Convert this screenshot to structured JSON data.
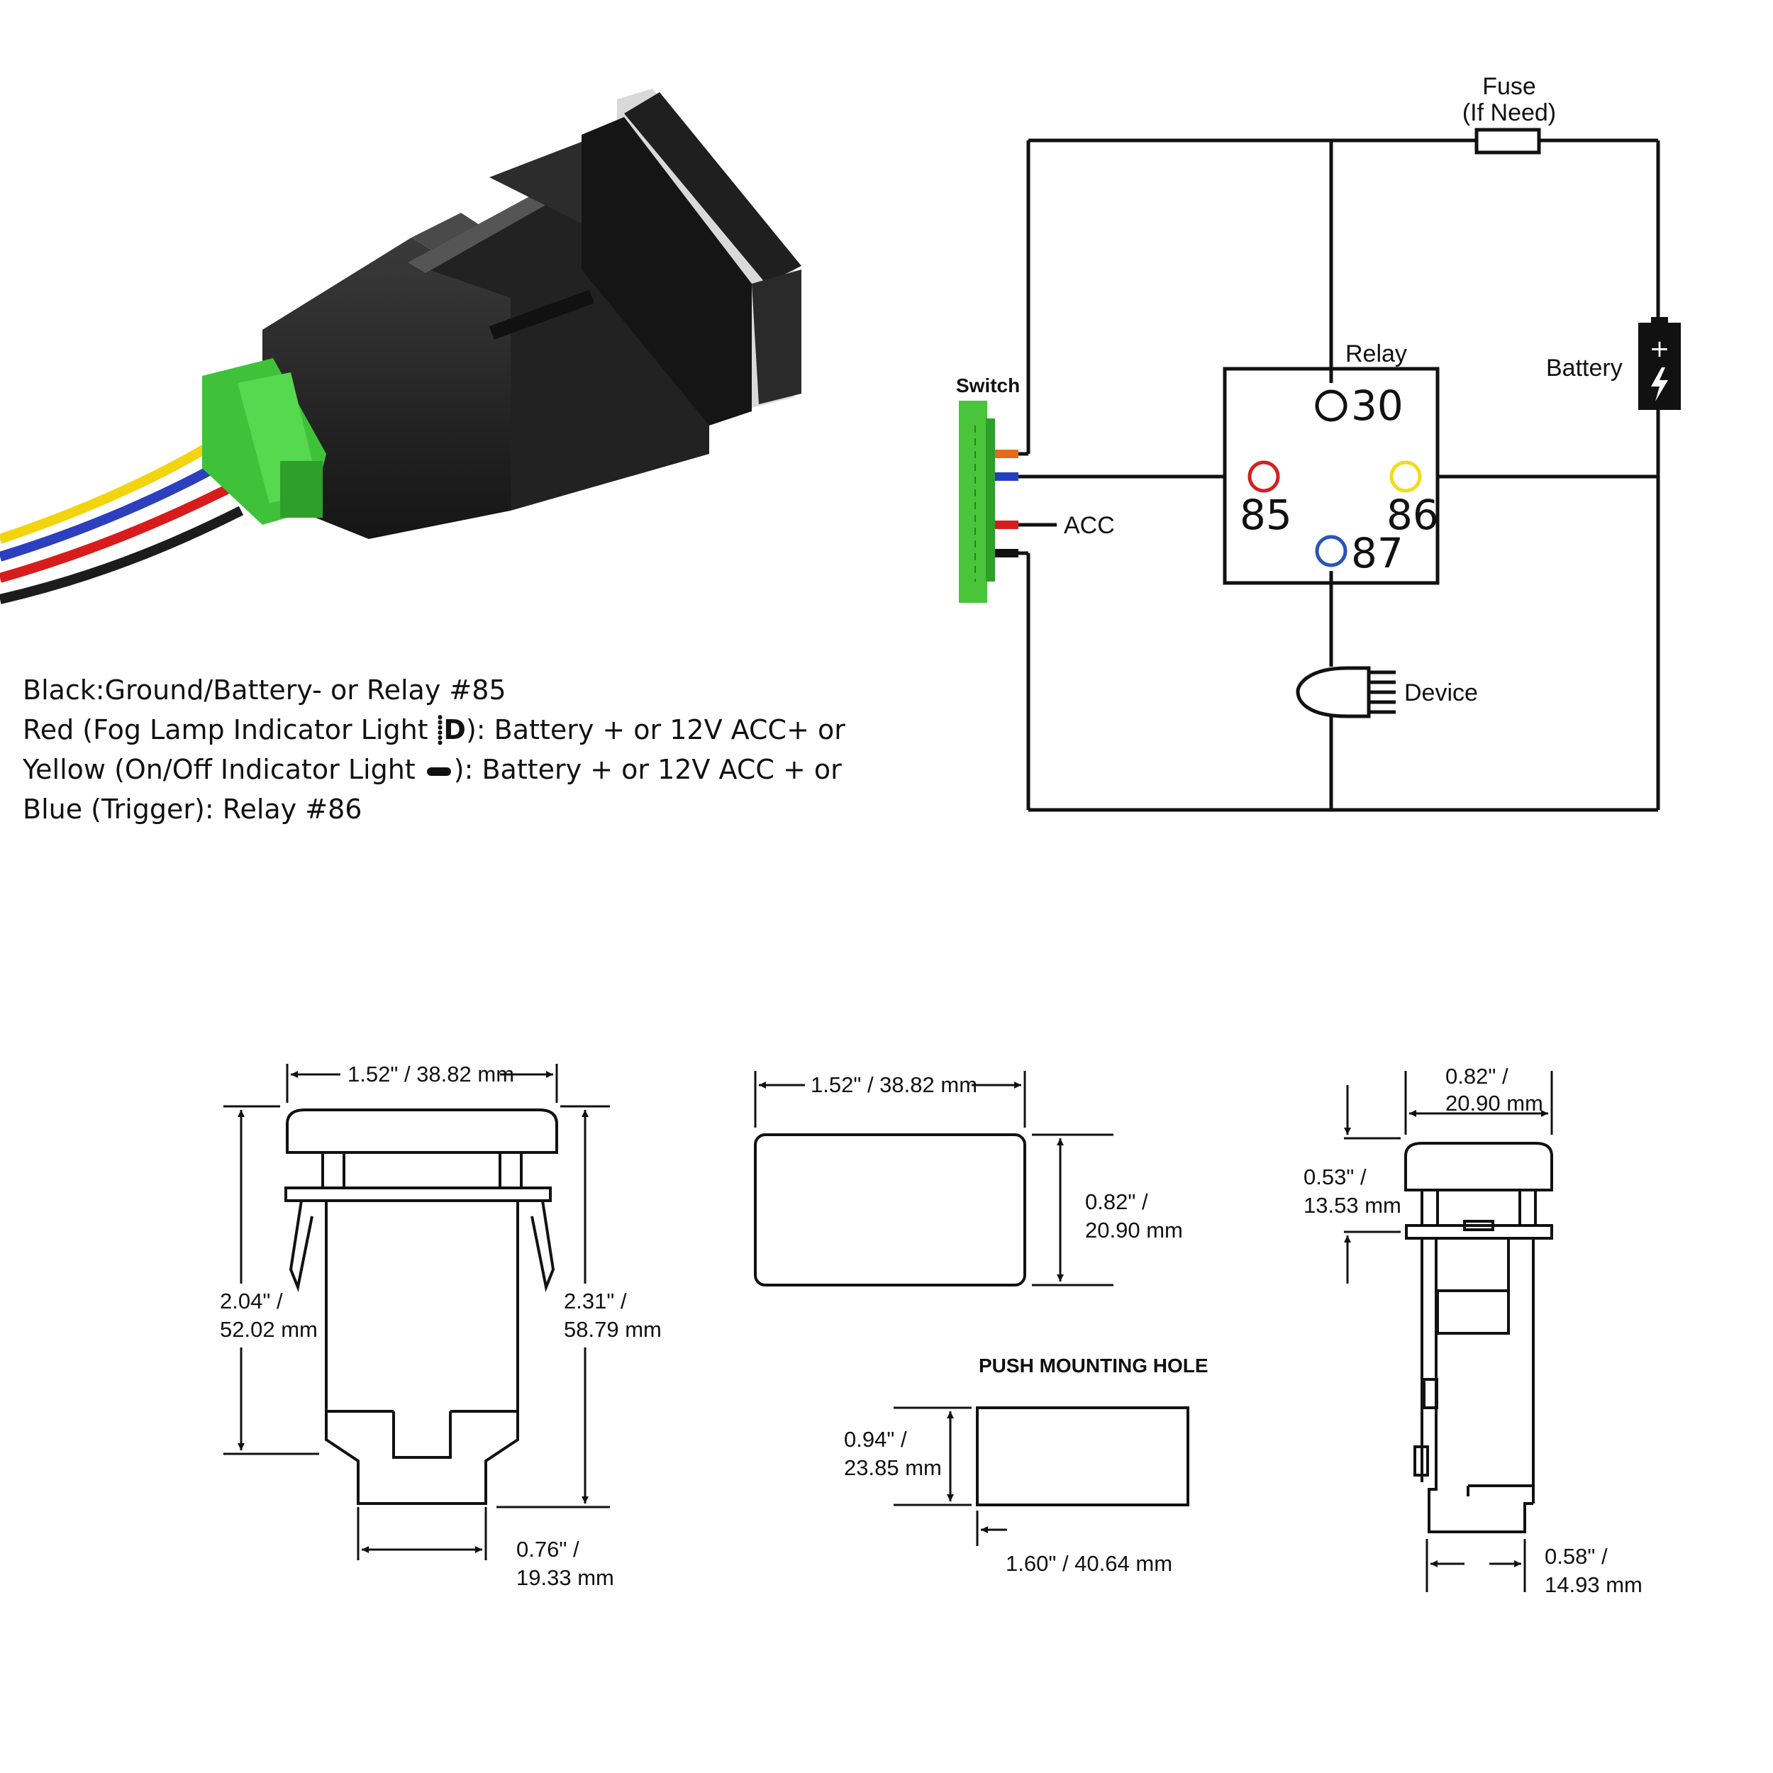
{
  "legend": {
    "black": "Black:Ground/Battery- or Relay #85",
    "red_prefix": "Red (Fog Lamp Indicator Light ",
    "red_suffix": "): Battery + or 12V ACC+ or",
    "yellow_prefix": "Yellow (On/Off Indicator Light ",
    "yellow_suffix": "): Battery + or 12V ACC + or",
    "blue": "Blue (Trigger): Relay #86"
  },
  "wiring": {
    "fuse_line1": "Fuse",
    "fuse_line2": "(If Need)",
    "battery": "Battery",
    "relay": "Relay",
    "switch": "Switch",
    "acc": "ACC",
    "device": "Device",
    "pin30": "30",
    "pin85": "85",
    "pin86": "86",
    "pin87": "87"
  },
  "dimensions": {
    "front_width": "1.52\" / 38.82 mm",
    "front_height_a1": "2.04\" /",
    "front_height_a2": "52.02 mm",
    "front_height_b1": "2.31\" /",
    "front_height_b2": "58.79 mm",
    "front_bottom1": "0.76\" /",
    "front_bottom2": "19.33 mm",
    "top_width": "1.52\" / 38.82 mm",
    "top_height1": "0.82\" /",
    "top_height2": "20.90 mm",
    "mount_title": "PUSH MOUNTING HOLE",
    "mount_height1": "0.94\" /",
    "mount_height2": "23.85 mm",
    "mount_width": "1.60\" / 40.64 mm",
    "side_width1": "0.82\" /",
    "side_width2": "20.90 mm",
    "side_depth1": "0.53\" /",
    "side_depth2": "13.53 mm",
    "side_bottom1": "0.58\" /",
    "side_bottom2": "14.93 mm"
  },
  "colors": {
    "wire_orange": "#e36b1b",
    "wire_blue": "#1f3fbf",
    "wire_red": "#d81c1c",
    "wire_yellow": "#f2d40f",
    "connector_green": "#3fc23a",
    "pin85_ring": "#d42020",
    "pin86_ring": "#efdc1e",
    "pin87_ring": "#2a55b5"
  }
}
